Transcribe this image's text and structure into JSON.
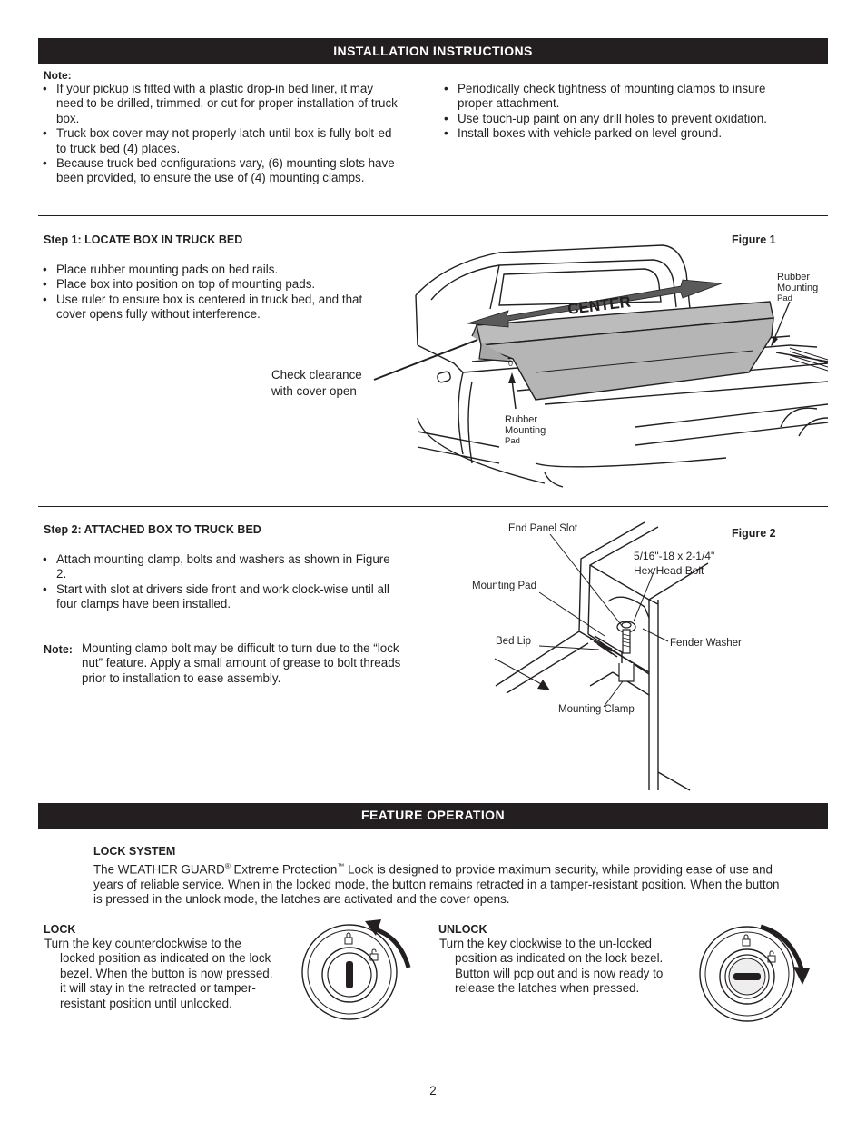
{
  "header_install": "INSTALLATION INSTRUCTIONS",
  "note": {
    "heading": "Note:",
    "left_bullets": [
      "If your pickup is fitted with a plastic drop-in bed liner,  it may need to be drilled, trimmed, or cut for proper installation of truck box.",
      "Truck box cover may not properly latch until box is fully bolt-ed to truck bed (4) places.",
      "Because truck bed configurations vary, (6) mounting slots have been provided, to ensure the use of (4) mounting clamps."
    ],
    "right_bullets": [
      "Periodically check tightness of mounting clamps to insure proper attachment.",
      "Use touch-up paint on any drill holes to prevent oxidation.",
      "Install boxes with vehicle parked on level ground."
    ]
  },
  "step1": {
    "heading": "Step 1:  LOCATE BOX IN TRUCK BED",
    "figure": "Figure 1",
    "bullets": [
      "Place rubber mounting pads on bed rails.",
      "Place box into position on top of mounting pads.",
      "Use ruler to ensure box is centered in truck bed, and that cover opens fully without interference."
    ],
    "callout": "Check clearance with cover open",
    "center_label": "CENTER",
    "pad_label_line1": "Rubber",
    "pad_label_line2": "Mounting",
    "pad_label_line3": "Pad"
  },
  "step2": {
    "heading": "Step 2:  ATTACHED BOX TO TRUCK BED",
    "figure": "Figure 2",
    "bullets": [
      "Attach mounting clamp, bolts and washers as shown in Figure 2.",
      "Start with slot at drivers side front and work clock-wise until all four clamps have been installed."
    ],
    "note_label": "Note:",
    "note_text": "Mounting clamp bolt may be difficult to turn due to the “lock nut” feature.  Apply a small amount of grease to bolt threads prior to installation to ease assembly.",
    "labels": {
      "end_panel_slot": "End Panel Slot",
      "bolt_line1": "5/16\"-18 x 2-1/4\"",
      "bolt_line2": "Hex Head Bolt",
      "mounting_pad": "Mounting Pad",
      "bed_lip": "Bed Lip",
      "fender_washer": "Fender Washer",
      "mounting_clamp": "Mounting Clamp"
    }
  },
  "header_feature": "FEATURE OPERATION",
  "lock_system": {
    "heading": "LOCK SYSTEM",
    "text_a": "The WEATHER GUARD",
    "reg": "®",
    "text_b": "  Extreme Protection",
    "tm": "™",
    "text_c": "  Lock is designed to provide maximum security, while providing ease of use and years of reliable service. When in the locked mode, the button remains retracted in a tamper-resistant position. When the button is pressed in the unlock mode, the latches are activated and the cover opens."
  },
  "lock": {
    "heading": "LOCK",
    "text": "Turn the key counterclockwise to the locked position as indicated on the lock bezel. When the button is now pressed, it will stay in the retracted or tamper-resistant position until unlocked."
  },
  "unlock": {
    "heading": "UNLOCK",
    "text": "Turn the key clockwise to the un-locked position as indicated on the lock bezel. Button will pop out and is now ready to release the latches when pressed."
  },
  "page_number": "2"
}
